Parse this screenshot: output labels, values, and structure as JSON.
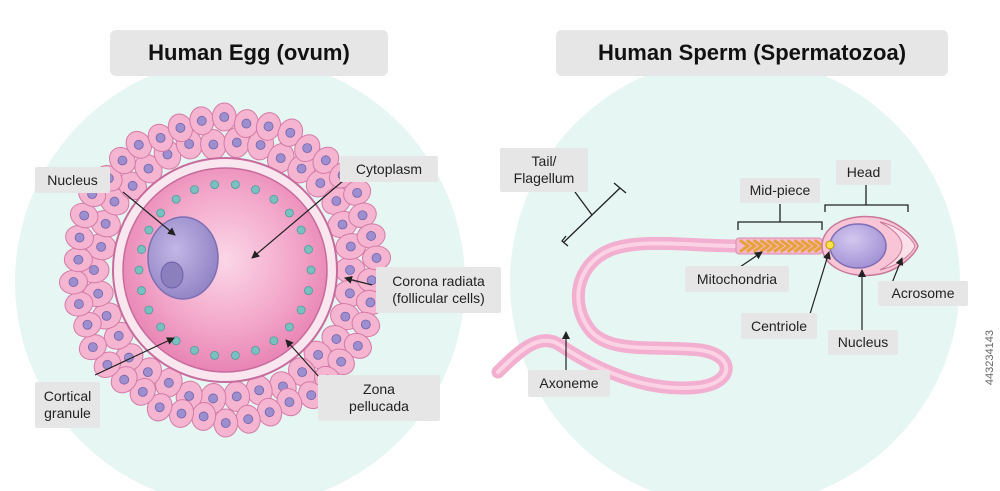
{
  "egg": {
    "title": "Human Egg (ovum)",
    "labels": {
      "nucleus": "Nucleus",
      "cytoplasm": "Cytoplasm",
      "corona_line1": "Corona radiata",
      "corona_line2": "(follicular cells)",
      "cortical_line1": "Cortical",
      "cortical_line2": "granule",
      "zona_line1": "Zona",
      "zona_line2": "pellucada"
    }
  },
  "sperm": {
    "title": "Human Sperm (Spermatozoa)",
    "labels": {
      "tail_line1": "Tail/",
      "tail_line2": "Flagellum",
      "midpiece": "Mid-piece",
      "head": "Head",
      "mitochondria": "Mitochondria",
      "acrosome": "Acrosome",
      "centriole": "Centriole",
      "nucleus": "Nucleus",
      "axoneme": "Axoneme"
    }
  },
  "watermark": "443234143",
  "colors": {
    "background_circle": "#e6f6f2",
    "egg_pink": "#f4a9cf",
    "nucleus_purple": "#a99bd3",
    "granule_teal": "#79c1c1",
    "label_bg": "#e6e6e6"
  }
}
